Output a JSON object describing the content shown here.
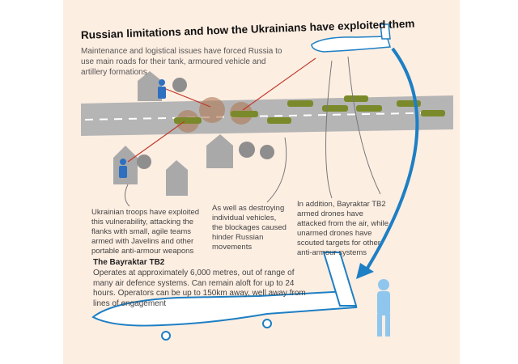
{
  "title": "Russian limitations and how the Ukrainians have exploited them",
  "subtitle": "Maintenance and logistical issues have forced Russia to use main roads for their tank, armoured vehicle and artillery formations",
  "captions": {
    "ukrainian_troops": "Ukrainian troops have exploited this vulnerability, attacking the flanks with small, agile teams armed with Javelins and other portable anti-armour weapons",
    "blockages": "As well as destroying individual vehicles, the blockages caused hinder Russian movements",
    "drones": "In addition, Bayraktar TB2 armed drones have attacked from the air, while unarmed drones have scouted targets for other anti-armour systems"
  },
  "bayraktar": {
    "heading": "The Bayraktar TB2",
    "body": "Operates at approximately 6,000 metres, out of range of many air defence systems. Can remain aloft for up to 24 hours. Operators can be up to 150km away, well away from lines of engagement"
  },
  "colors": {
    "background": "#fdeee2",
    "road": "#b5b5b5",
    "drone": "#1d7fc4",
    "soldier": "#2f6fc0",
    "tank": "#7a8a2a",
    "attack_arrow": "#c0392b"
  }
}
